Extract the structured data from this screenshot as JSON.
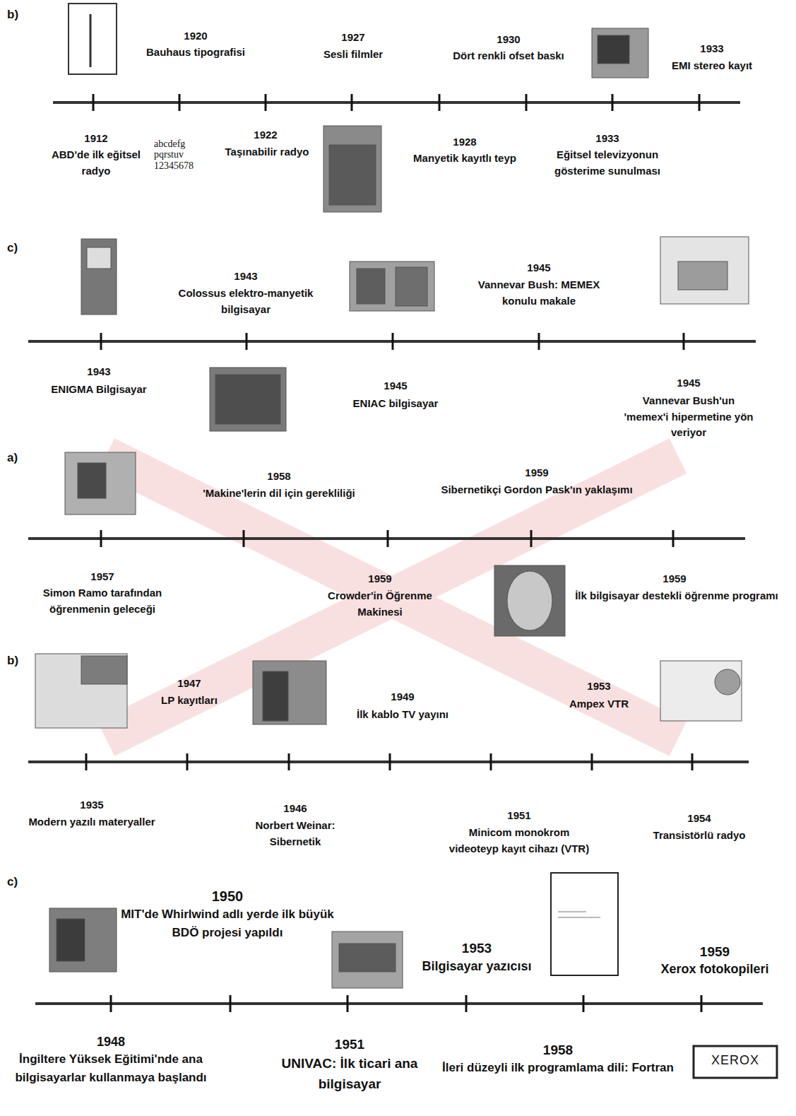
{
  "diagram": {
    "labels": [
      "b)",
      "1920",
      "Bauhaus tipografisi",
      "1927",
      "Sesli filmler",
      "1930",
      "Dört renkli ofset baskı",
      "1933",
      "EMI stereo kayıt",
      "1912",
      "ABD'de ilk eğitsel radyo",
      "abcdefg pqrstuv 12345678",
      "1922",
      "Taşınabilir radyo",
      "1928",
      "Manyetik kayıtlı teyp",
      "1933",
      "Eğitsel televizyonun gösterime sunulması",
      "c)",
      "1943",
      "Colossus elektro-manyetik bilgisayar",
      "1945",
      "Vannevar Bush: MEMEX konulu makale",
      "1943",
      "ENIGMA Bilgisayar",
      "1945",
      "ENIAC bilgisayar",
      "1945",
      "Vannevar Bush'un 'memex'i hipermetine yön veriyor",
      "a)",
      "1958",
      "'Makine'lerin dil için gerekliliği",
      "1959",
      "Sibernetikçi Gordon Pask'ın yaklaşımı",
      "1957",
      "Simon Ramo tarafından öğrenmenin geleceği",
      "1959",
      "Crowder'in Öğrenme Makinesi",
      "1959",
      "İlk bilgisayar destekli öğrenme programı",
      "b)",
      "1947",
      "LP kayıtları",
      "1949",
      "İlk kablo TV yayını",
      "1953",
      "Ampex VTR",
      "1935",
      "Modern yazılı materyaller",
      "1946",
      "Norbert Weinar: Sibernetik",
      "1951",
      "Minicom monokrom videoteyp kayıt cihazı (VTR)",
      "1954",
      "Transistörlü radyo",
      "c)",
      "1950",
      "MIT'de Whirlwind adlı yerde ilk büyük BDÖ projesi yapıldı",
      "1953",
      "Bilgisayar yazıcısı",
      "1959",
      "Xerox fotokopileri",
      "1948",
      "İngiltere Yüksek Eğitimi'nde ana bilgisayarlar kullanmaya başlandı",
      "1951",
      "UNIVAC: İlk ticari ana bilgisayar",
      "1958",
      "İleri düzeyli ilk programlama dili: Fortran",
      "XEROX"
    ]
  }
}
